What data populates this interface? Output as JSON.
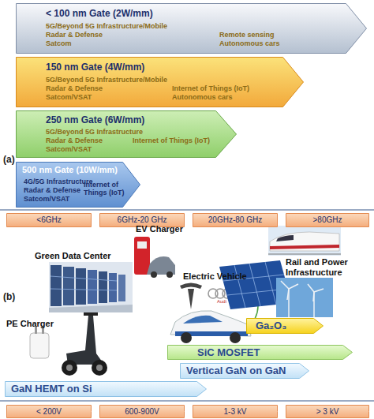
{
  "diagram": {
    "nodes": [
      {
        "text": [
          "< 100 nm Gate (2W/mm)",
          "5G/Beyond 5G Infrastructure/Mobile",
          "Radar & Defense",
          "Satcom",
          "Remote sensing",
          "Autonomous cars"
        ]
      },
      {
        "text": [
          "150 nm Gate (4W/mm)",
          "5G/Beyond 5G Infrastructure/Mobile",
          "Radar & Defense",
          "Satcom/VSAT",
          "Internet of Things (IoT)",
          "Autonomous cars"
        ]
      },
      {
        "text": [
          "250 nm Gate (6W/mm)",
          "5G/Beyond 5G Infrastructure",
          "Radar & Defense",
          "Satcom/VSAT",
          "Internet of Things (IoT)"
        ]
      },
      {
        "text": [
          "500 nm Gate (10W/mm)",
          "4G/5G Infrastructure",
          "Radar & Defense",
          "Satcom/VSAT",
          "Internet of Things (IoT)"
        ]
      },
      {
        "text": [
          "<6GHz"
        ]
      },
      {
        "text": [
          "6GHz-20 GHz"
        ]
      },
      {
        "text": [
          "20GHz-80 GHz"
        ]
      },
      {
        "text": [
          ">80GHz"
        ]
      },
      {
        "text": [
          "Ga₂O₃"
        ]
      },
      {
        "text": [
          "SiC MOSFET"
        ]
      },
      {
        "text": [
          "Vertical GaN on GaN"
        ]
      },
      {
        "text": [
          "GaN HEMT on Si"
        ]
      },
      {
        "text": [
          "< 200V"
        ]
      },
      {
        "text": [
          "600-900V"
        ]
      },
      {
        "text": [
          "1-3 kV"
        ]
      },
      {
        "text": [
          "> 3 kV"
        ]
      }
    ],
    "labels": [
      "(a)",
      "EV Charger",
      "Green Data Center",
      "Electric Vehicle",
      "Audi",
      "Rail and Power Infrastructure",
      "PE Charger",
      "(b)"
    ]
  }
}
